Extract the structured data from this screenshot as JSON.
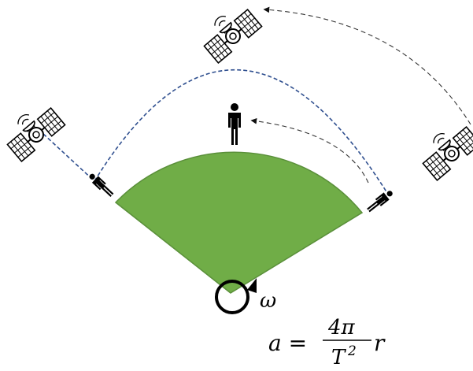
{
  "labels": {
    "omega": "ω",
    "equation_lhs": "a =",
    "numerator": "4π",
    "denominator": "T",
    "exponent": "2",
    "equation_rhs": "r"
  },
  "colors": {
    "sector_fill": "#70ad47",
    "sector_stroke": "#5a8f3a",
    "orbit": "#2f4f8f",
    "arrow": "#333333",
    "figure": "#000000"
  },
  "icons": [
    "satellite-icon",
    "person-icon",
    "rotation-circle-icon"
  ]
}
